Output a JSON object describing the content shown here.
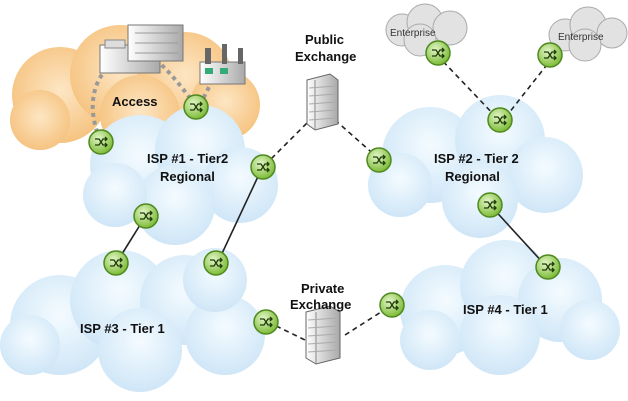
{
  "diagram": {
    "nodes": {
      "access": "Access",
      "isp1": [
        "ISP #1 - Tier2",
        "Regional"
      ],
      "isp2": [
        "ISP #2 - Tier 2",
        "Regional"
      ],
      "isp3": "ISP #3 - Tier 1",
      "isp4": "ISP #4 - Tier 1",
      "public_exchange": [
        "Public",
        "Exchange"
      ],
      "private_exchange": [
        "Private",
        "Exchange"
      ],
      "enterprise_1": "Enterprise",
      "enterprise_2": "Enterprise"
    },
    "colors": {
      "cloud": "#dceefa",
      "cloud_edge": "#9fcbe8",
      "access_cloud": "#f7c98a",
      "router": "#8dc63f",
      "router_edge": "#4e8a1f",
      "enterprise_cloud": "#e4e4e4"
    }
  }
}
